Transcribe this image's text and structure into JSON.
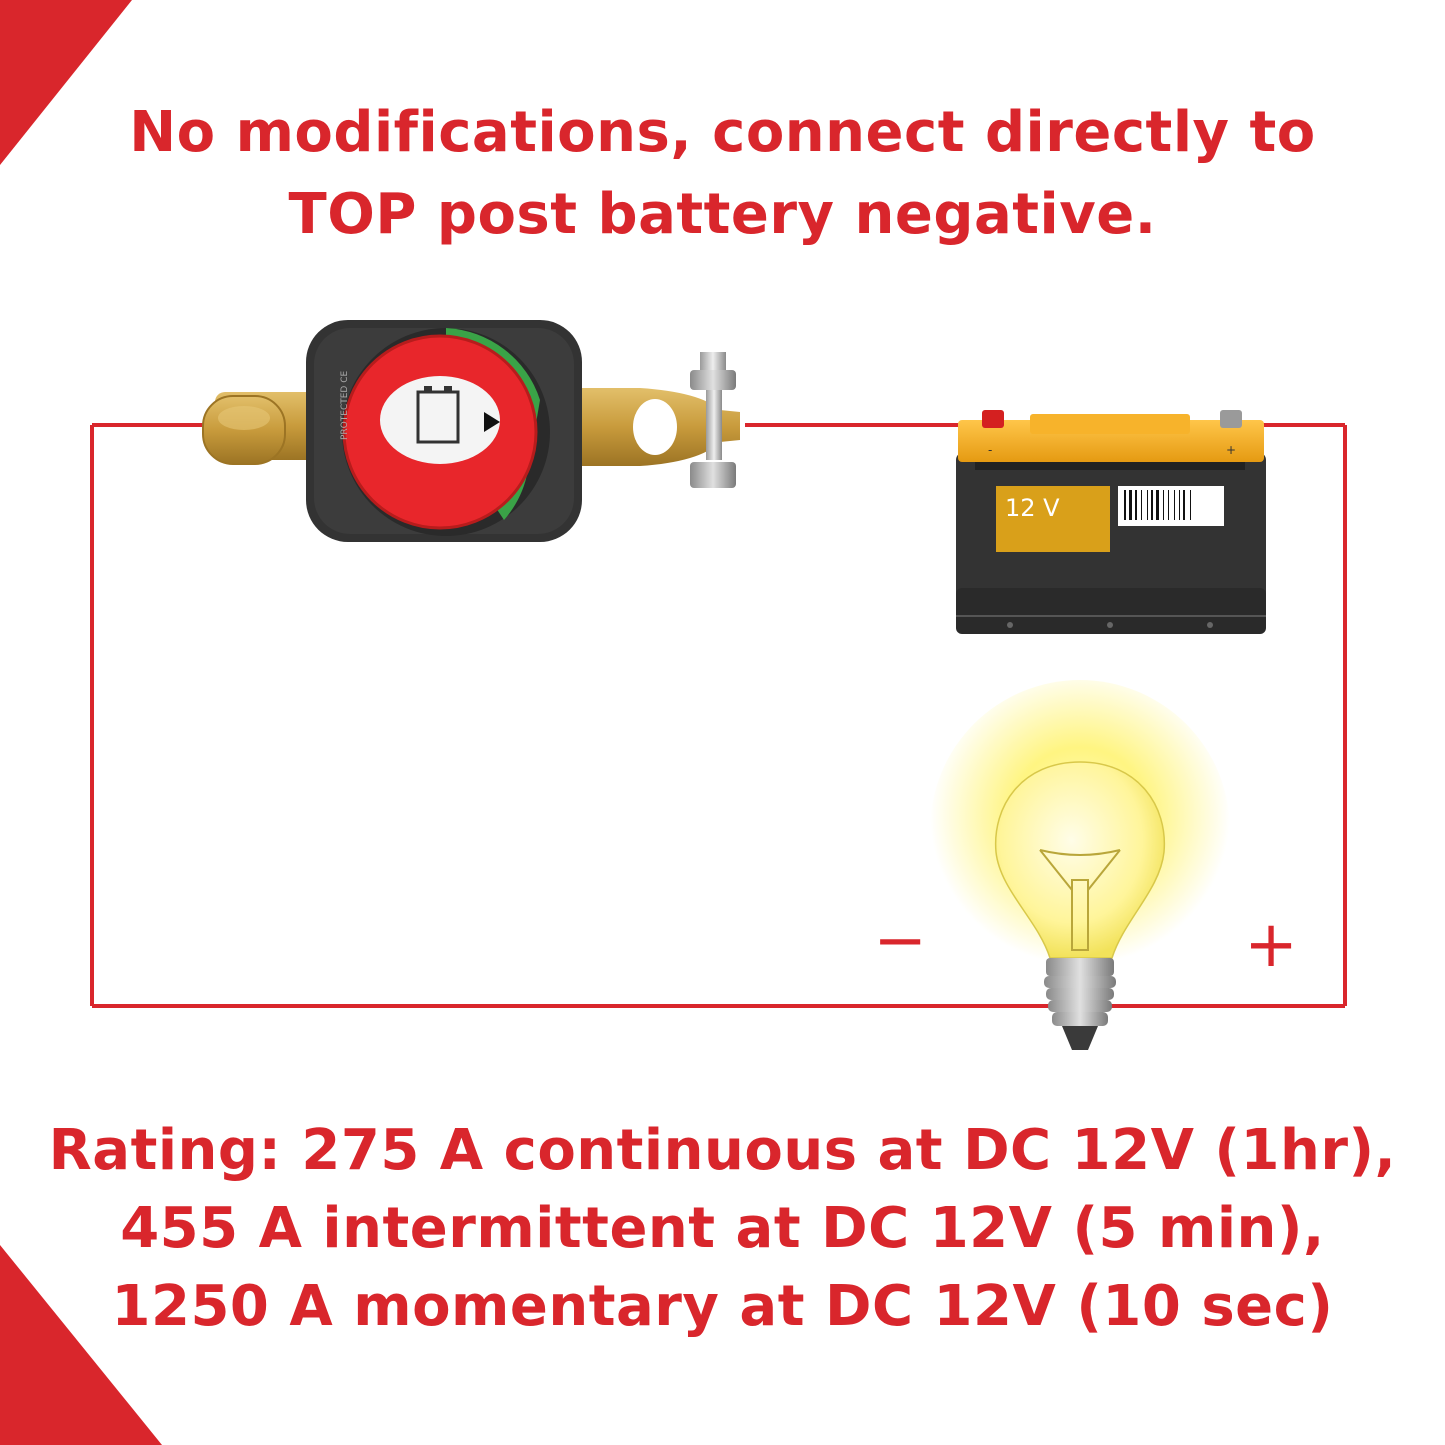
{
  "title": {
    "line1": "No modifications, connect directly to",
    "line2": "TOP post battery negative."
  },
  "battery": {
    "voltage_label": "12 V",
    "neg_mark": "-",
    "pos_mark": "+"
  },
  "switch": {
    "body_text": "PROTECTED CE"
  },
  "bulb": {
    "neg_sign": "−",
    "pos_sign": "+"
  },
  "rating": {
    "line1": "Rating: 275 A continuous at DC 12V (1hr),",
    "line2": "455 A intermittent at DC 12V (5 min),",
    "line3": "1250 A momentary at DC 12V (10 sec)"
  },
  "colors": {
    "accent_red": "#d9262c",
    "brass": "#c89b3c",
    "battery_top": "#f3a71d",
    "battery_body": "#3a3a3a",
    "label_gold": "#d9a01a",
    "bulb_glow": "#fff36b",
    "switch_knob": "#e8262b",
    "switch_green": "#3aa347"
  }
}
